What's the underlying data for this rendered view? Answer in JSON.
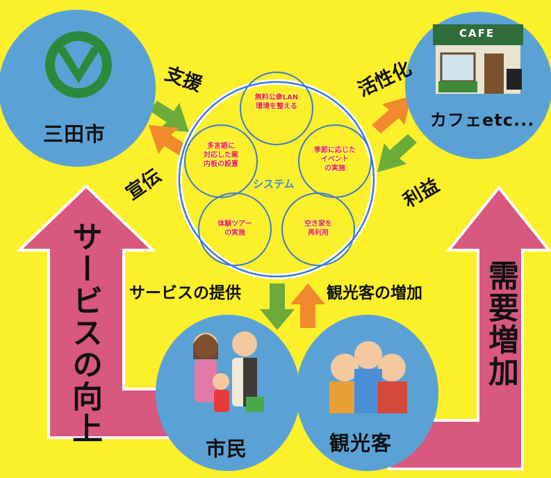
{
  "nodes": {
    "city": {
      "label": "三田市"
    },
    "cafe": {
      "label": "カフェetc...",
      "sign": "CAFE"
    },
    "citizens": {
      "label": "市民"
    },
    "tourists": {
      "label": "観光客"
    }
  },
  "system": {
    "center_label": "システム",
    "petals": [
      "無料公衆LAN\n環境を整える",
      "季節に応じた\nイベント\nの実施",
      "空き家を\n再利用",
      "体験ツアー\nの実施",
      "多言語に\n対応した案\n内板の設置"
    ]
  },
  "relations": {
    "support": "支援",
    "publicity": "宣伝",
    "activation": "活性化",
    "profit": "利益",
    "service_provision": "サービスの提供",
    "tourist_increase": "観光客の増加"
  },
  "side_arrows": {
    "left": "サービスの向上",
    "right": "需要増加"
  },
  "colors": {
    "background": "#fcf02a",
    "node_fill": "#5aa2d6",
    "arrow_green": "#6aab3a",
    "arrow_orange": "#f08a2c",
    "arrow_pink": "#d9587f",
    "system_text": "#e8232a",
    "system_blue": "#3a8ed6"
  }
}
